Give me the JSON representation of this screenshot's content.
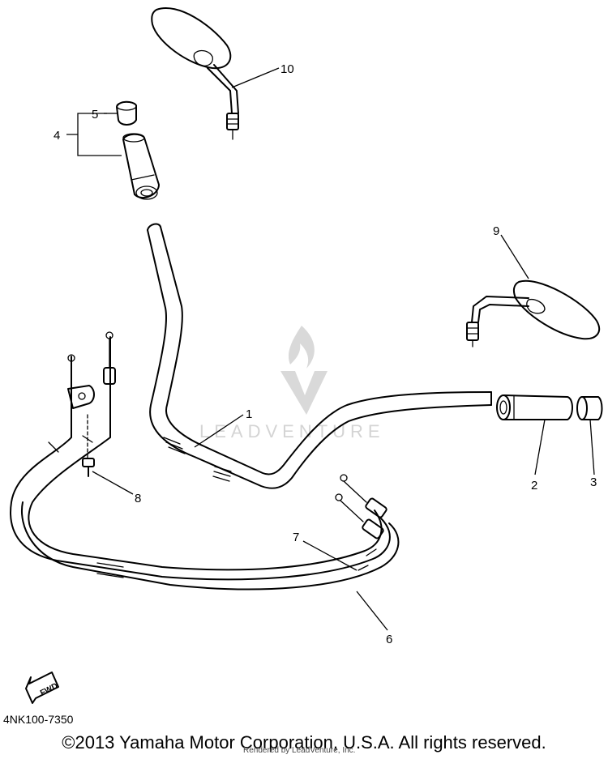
{
  "callouts": [
    {
      "id": "1",
      "label": "1"
    },
    {
      "id": "2",
      "label": "2"
    },
    {
      "id": "3",
      "label": "3"
    },
    {
      "id": "4",
      "label": "4"
    },
    {
      "id": "5",
      "label": "5"
    },
    {
      "id": "6",
      "label": "6"
    },
    {
      "id": "7",
      "label": "7"
    },
    {
      "id": "8",
      "label": "8"
    },
    {
      "id": "9",
      "label": "9"
    },
    {
      "id": "10",
      "label": "10"
    }
  ],
  "watermark": {
    "text": "LEADVENTURE"
  },
  "fwd_arrow": {
    "label": "FWD"
  },
  "diagram_code": "4NK100-7350",
  "copyright": "©2013 Yamaha Motor Corporation, U.S.A. All rights reserved.",
  "rendered_by": "Rendered by LeadVenture, Inc."
}
